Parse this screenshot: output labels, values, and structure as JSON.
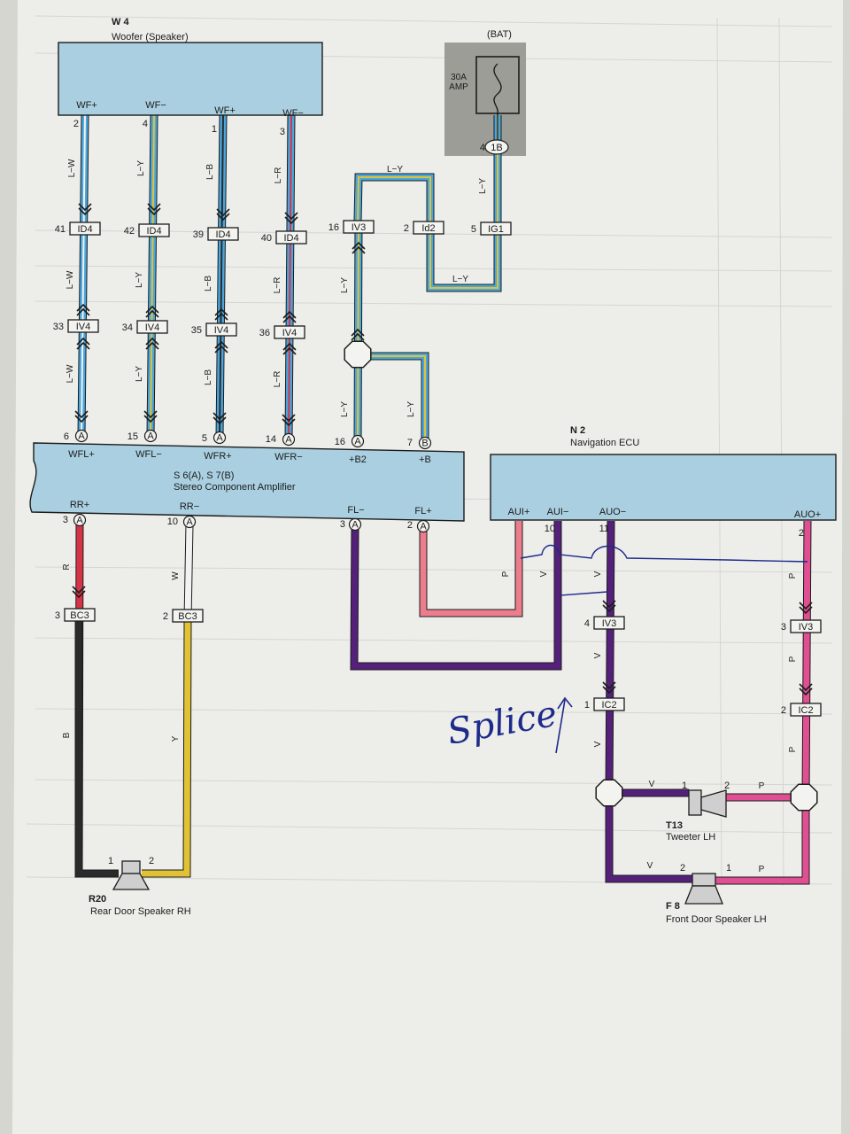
{
  "components": {
    "woofer": {
      "code": "W 4",
      "name": "Woofer (Speaker)",
      "pins": [
        {
          "name": "WF+",
          "num": "2"
        },
        {
          "name": "WF−",
          "num": "4"
        },
        {
          "name": "WF+",
          "num": "1"
        },
        {
          "name": "WF−",
          "num": "3"
        }
      ]
    },
    "battery": {
      "label": "(BAT)",
      "fuse": "30A",
      "fuse_unit": "AMP",
      "pin_num": "4",
      "pin": "1B"
    },
    "amplifier": {
      "code": "S 6(A), S 7(B)",
      "name": "Stereo Component Amplifier",
      "top_pins": [
        {
          "name": "WFL+",
          "num": "6",
          "c": "A"
        },
        {
          "name": "WFL−",
          "num": "15",
          "c": "A"
        },
        {
          "name": "WFR+",
          "num": "5",
          "c": "A"
        },
        {
          "name": "WFR−",
          "num": "14",
          "c": "A"
        },
        {
          "name": "+B2",
          "num": "16",
          "c": "A"
        },
        {
          "name": "+B",
          "num": "7",
          "c": "B"
        }
      ],
      "bottom_pins": [
        {
          "name": "RR+",
          "num": "3",
          "c": "A"
        },
        {
          "name": "RR−",
          "num": "10",
          "c": "A"
        },
        {
          "name": "FL−",
          "num": "3",
          "c": "A"
        },
        {
          "name": "FL+",
          "num": "2",
          "c": "A"
        }
      ]
    },
    "nav": {
      "code": "N 2",
      "name": "Navigation ECU",
      "pins": [
        {
          "name": "AUI+",
          "num": ""
        },
        {
          "name": "AUI−",
          "num": "10"
        },
        {
          "name": "AUO−",
          "num": "11"
        },
        {
          "name": "AUO+",
          "num": "2"
        }
      ]
    },
    "rear_speaker": {
      "code": "R20",
      "name": "Rear Door Speaker RH",
      "pin1": "1",
      "pin2": "2"
    },
    "tweeter": {
      "code": "T13",
      "name": "Tweeter LH",
      "pin1": "1",
      "pin2": "2"
    },
    "front_speaker": {
      "code": "F 8",
      "name": "Front Door Speaker LH",
      "pin1": "2",
      "pin2": "1"
    }
  },
  "connectors": [
    {
      "id": "ID4",
      "num": "41"
    },
    {
      "id": "ID4",
      "num": "42"
    },
    {
      "id": "ID4",
      "num": "39"
    },
    {
      "id": "ID4",
      "num": "40"
    },
    {
      "id": "IV4",
      "num": "33"
    },
    {
      "id": "IV4",
      "num": "34"
    },
    {
      "id": "IV4",
      "num": "35"
    },
    {
      "id": "IV4",
      "num": "36"
    },
    {
      "id": "IV3",
      "num": "16"
    },
    {
      "id": "Id2",
      "num": "2"
    },
    {
      "id": "IG1",
      "num": "5"
    },
    {
      "id": "BC3",
      "num": "3"
    },
    {
      "id": "BC3",
      "num": "2"
    },
    {
      "id": "IV3",
      "num": "4"
    },
    {
      "id": "IC2",
      "num": "1"
    },
    {
      "id": "IV3",
      "num": "3"
    },
    {
      "id": "IC2",
      "num": "2"
    }
  ],
  "wire_colors": {
    "lw": "L−W",
    "ly": "L−Y",
    "lb": "L−B",
    "lr": "L−R",
    "r": "R",
    "w": "W",
    "b": "B",
    "y": "Y",
    "v": "V",
    "p": "P"
  },
  "colors": {
    "blue": "#4aa6dc",
    "white": "#f2f2f2",
    "yellow": "#e2c235",
    "black": "#2a2a2a",
    "red": "#d63347",
    "violet": "#55207a",
    "pink": "#e14f93",
    "salmon": "#ec7d8c",
    "green": "#61b04b",
    "box": "#a9cfe0",
    "ink": "#1d2a8a"
  },
  "handwriting": {
    "note": "Splice"
  }
}
